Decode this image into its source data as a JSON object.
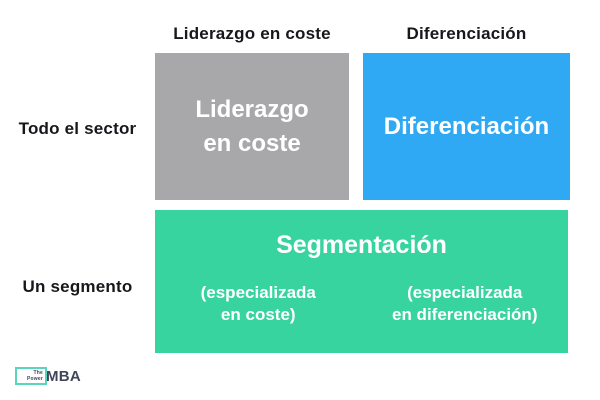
{
  "matrix": {
    "column_headers": [
      {
        "label": "Liderazgo en coste"
      },
      {
        "label": "Diferenciación"
      }
    ],
    "row_labels": [
      {
        "label": "Todo el sector"
      },
      {
        "label": "Un segmento"
      }
    ],
    "cells": {
      "cost_leadership": {
        "line1": "Liderazgo",
        "line2": "en coste",
        "color": "#a8a8ab"
      },
      "differentiation": {
        "label": "Diferenciación",
        "color": "#2fa9f4"
      },
      "segmentation": {
        "title": "Segmentación",
        "left_note": {
          "line1": "(especializada",
          "line2": "en coste)"
        },
        "right_note": {
          "line1": "(especializada",
          "line2": "en diferenciación)"
        },
        "color": "#38d4a0"
      }
    },
    "cell_text_color": "#ffffff",
    "label_text_color": "#17171c"
  },
  "logo": {
    "box_line1": "The",
    "box_line2": "Power",
    "wordmark": "MBA",
    "border_color": "#58d5bd",
    "text_color": "#41455a"
  }
}
